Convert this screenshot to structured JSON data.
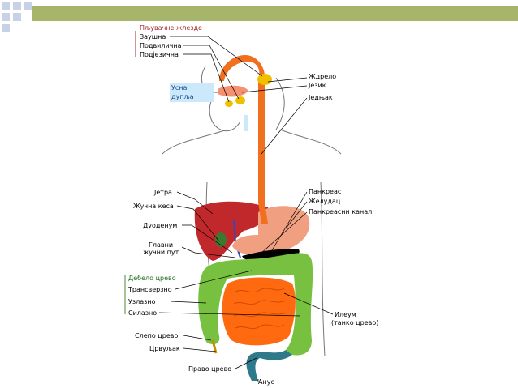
{
  "colors": {
    "corner_squares": "#c7d2e8",
    "corner_bar": "#a7b56a",
    "liver": "#c0282c",
    "esophagus": "#f07020",
    "stomach": "#f0a080",
    "colon": "#78c040",
    "small_intestine": "#ff6a10",
    "glands": "#f0c000",
    "rectum": "#2f7a8a",
    "mouth_box": "#cce8fb"
  },
  "labels": {
    "salivary_header": "Пљувачне жлезде",
    "parotid": "Заушна",
    "submandibular": "Подвилична",
    "sublingual": "Подјезична",
    "oral_cavity_1": "Усна",
    "oral_cavity_2": "дупља",
    "pharynx": "Ждрело",
    "tongue": "Језик",
    "esophagus": "Једњак",
    "liver": "Јетра",
    "gallbladder": "Жучна кеса",
    "duodenum": "Дуоденум",
    "bile_duct_1": "Главни",
    "bile_duct_2": "жучни пут",
    "pancreas": "Панкреас",
    "stomach": "Желудац",
    "pancreatic_duct": "Панкреасни канал",
    "colon_header": "Дебело црево",
    "transverse": "Трансверзно",
    "ascending": "Узлазно",
    "descending": "Силазно",
    "ileum_1": "Илеум",
    "ileum_2": "(танко црево)",
    "cecum": "Слепо црево",
    "appendix": "Црвуљак",
    "rectum": "Право црево",
    "anus": "Анус"
  }
}
